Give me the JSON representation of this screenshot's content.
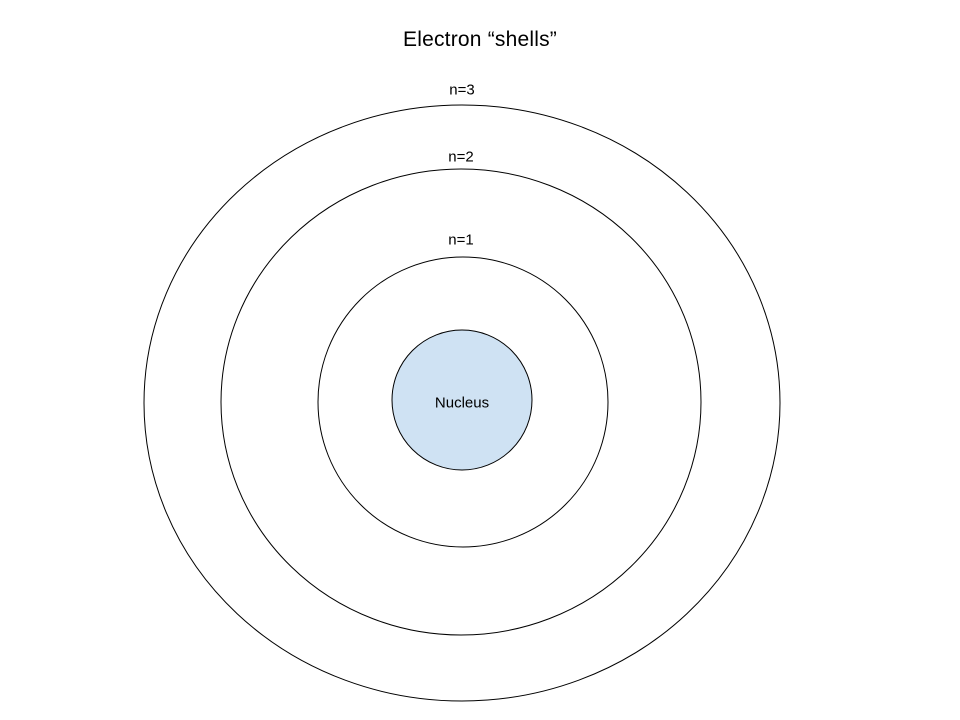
{
  "title": "Electron “shells”",
  "shells": [
    {
      "id": "n3",
      "label": "n=3"
    },
    {
      "id": "n2",
      "label": "n=2"
    },
    {
      "id": "n1",
      "label": "n=1"
    }
  ],
  "nucleus": {
    "label": "Nucleus",
    "fill": "#cfe2f3",
    "stroke": "#000000"
  },
  "colors": {
    "background": "#ffffff",
    "line": "#000000"
  }
}
